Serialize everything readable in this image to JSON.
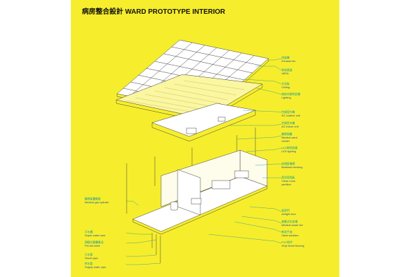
{
  "title": "病房整合設計 WARD PROTOTYPE INTERIOR",
  "colors": {
    "background": "#f6ee2c",
    "label_zh": "#0a9aa0",
    "label_en": "#2a4f9c",
    "leader": "#1e8fa0",
    "line": "#3a3a3a"
  },
  "labels_right": [
    {
      "zh": "排風機",
      "en": "Exhaust fan"
    },
    {
      "zh": "高效過濾",
      "en": "HEPA"
    },
    {
      "zh": "天花板",
      "en": "Ceiling"
    },
    {
      "zh": "病房內照明設備",
      "en": "Lighting"
    },
    {
      "zh": "空調室外機",
      "en": "AC outdoor unit"
    },
    {
      "zh": "空調室內機",
      "en": "AC indoor unit"
    },
    {
      "zh": "醫療隔簾",
      "en": "Medical ward curtain"
    },
    {
      "zh": "LED照明設備",
      "en": "LED lighting"
    },
    {
      "zh": "床頭設備帶",
      "en": "Bedhead trunking"
    },
    {
      "zh": "潔淨室隔板",
      "en": "Clean room partition"
    },
    {
      "zh": "氣密門",
      "en": "Airtight door"
    },
    {
      "zh": "感應式垃圾桶",
      "en": "Medical waste bin"
    },
    {
      "zh": "乾洗手液",
      "en": "Hand sanitizer"
    },
    {
      "zh": "PVC地坪",
      "en": "Vinyl sheet flooring"
    }
  ],
  "labels_left": [
    {
      "zh": "醫療氣體鋼瓶",
      "en": "Medical gas cylinder"
    },
    {
      "zh": "汙水槽",
      "en": "Septic water tank"
    },
    {
      "zh": "預鑄式整體衛浴",
      "en": "Pre-fab toilet"
    },
    {
      "zh": "汙水管",
      "en": "Sewer pipe"
    },
    {
      "zh": "供水管",
      "en": "Supply water pipe"
    }
  ]
}
